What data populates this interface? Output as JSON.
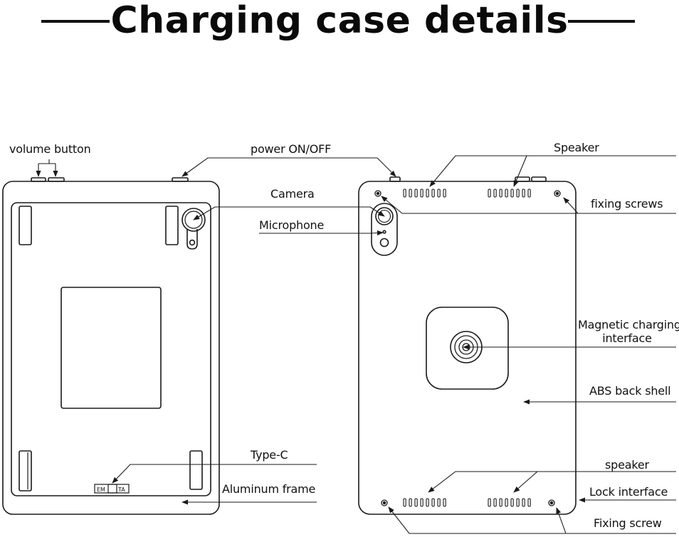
{
  "title": "Charging case details",
  "labels": {
    "volume_button": "volume button",
    "power": "power ON/OFF",
    "camera": "Camera",
    "microphone": "Microphone",
    "type_c": "Type-C",
    "aluminum_frame": "Aluminum frame",
    "speaker_top": "Speaker",
    "fixing_screws": "fixing screws",
    "magnetic_line1": "Magnetic charging",
    "magnetic_line2": "interface",
    "abs_back_shell": "ABS back shell",
    "speaker_bottom": "speaker",
    "lock_interface": "Lock interface",
    "fixing_screw": "Fixing screw"
  },
  "port_marks": {
    "left": "EM",
    "right": "TA"
  },
  "colors": {
    "line": "#1a1a1a",
    "background": "#ffffff"
  }
}
